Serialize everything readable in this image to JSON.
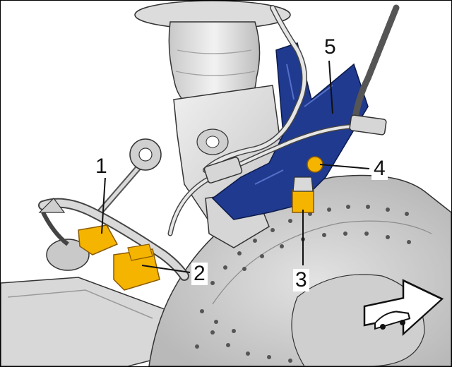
{
  "callouts": [
    {
      "id": "1",
      "label": "1"
    },
    {
      "id": "2",
      "label": "2"
    },
    {
      "id": "3",
      "label": "3"
    },
    {
      "id": "4",
      "label": "4"
    },
    {
      "id": "5",
      "label": "5"
    }
  ],
  "colors": {
    "highlight_orange": "#f5b400",
    "bracket_blue": "#1f3a8f",
    "metal_light": "#e9e9e9",
    "metal_mid": "#c9c9c9",
    "metal_dark": "#8c8c8c",
    "outline": "#333333"
  },
  "icons": {
    "direction": "driving-direction-arrow-icon"
  }
}
